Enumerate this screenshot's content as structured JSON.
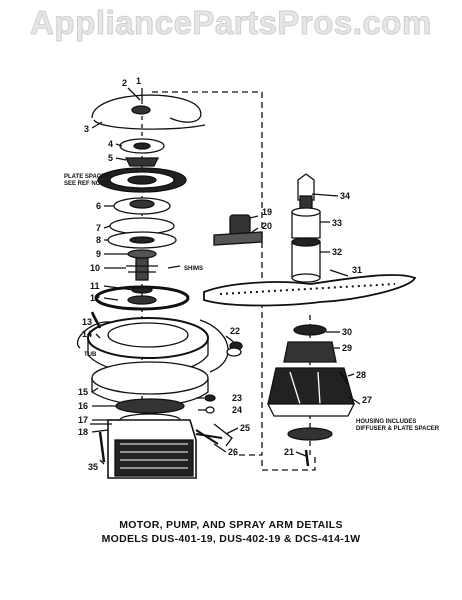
{
  "watermark": "AppliancePartsPros.com",
  "caption": {
    "line1": "MOTOR, PUMP, AND SPRAY ARM DETAILS",
    "line2": "MODELS DUS-401-19, DUS-402-19 & DCS-414-1W"
  },
  "notes": {
    "plate_spacer_1": "PLATE SPACER",
    "plate_spacer_2": "SEE REF NO 27",
    "shims": "SHIMS",
    "tub": "TUB",
    "housing_1": "HOUSING INCLUDES",
    "housing_2": "DIFFUSER & PLATE SPACER"
  },
  "callouts": {
    "c1": "1",
    "c2": "2",
    "c3": "3",
    "c4": "4",
    "c5": "5",
    "c6": "6",
    "c7": "7",
    "c8": "8",
    "c9": "9",
    "c10": "10",
    "c11": "11",
    "c12": "12",
    "c13": "13",
    "c14": "14",
    "c15": "15",
    "c16": "16",
    "c17": "17",
    "c18": "18",
    "c19": "19",
    "c20": "20",
    "c21": "21",
    "c22": "22",
    "c23": "23",
    "c24": "24",
    "c25": "25",
    "c26": "26",
    "c27": "27",
    "c28": "28",
    "c29": "29",
    "c30": "30",
    "c31": "31",
    "c32": "32",
    "c33": "33",
    "c34": "34",
    "c35": "35"
  }
}
